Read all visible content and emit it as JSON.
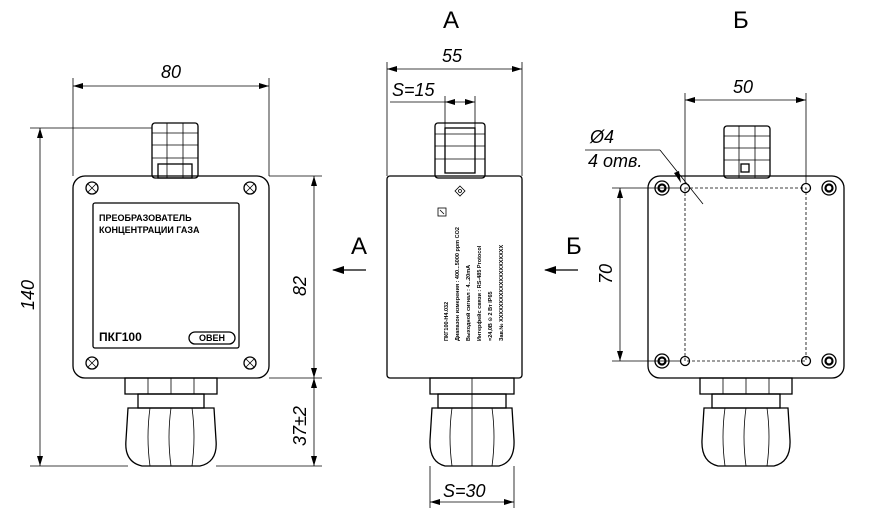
{
  "view_labels": {
    "view_a": "А",
    "view_b": "Б"
  },
  "dimensions": {
    "front_width": "80",
    "front_height": "140",
    "box_height": "82",
    "gland_length": "37±2",
    "side_width": "55",
    "top_nut": "S=15",
    "bottom_nut": "S=30",
    "back_hole_spacing_x": "50",
    "back_hole_spacing_y": "70",
    "hole_diameter": "Ø4",
    "hole_count": "4 отв."
  },
  "front_label": {
    "line1": "ПРЕОБРАЗОВАТЕЛЬ",
    "line2": "КОНЦЕНТРАЦИИ ГАЗА",
    "model": "ПКГ100",
    "brand": "ОВЕН"
  },
  "side_label": {
    "lines": [
      "ПКГ100-Н4.032",
      "Диапазон измерения : 400...5000 ppm CO2",
      "Выходной сигнал :  4...20mA",
      "Интерфейс связи :  RS-485 Protocol",
      "=24,0В  ⊝  2 Вт            IP65",
      "Зав.№  XXXXXXXXXXXXXXXXXXXXX"
    ]
  },
  "colors": {
    "line": "#000000",
    "background": "#ffffff"
  }
}
